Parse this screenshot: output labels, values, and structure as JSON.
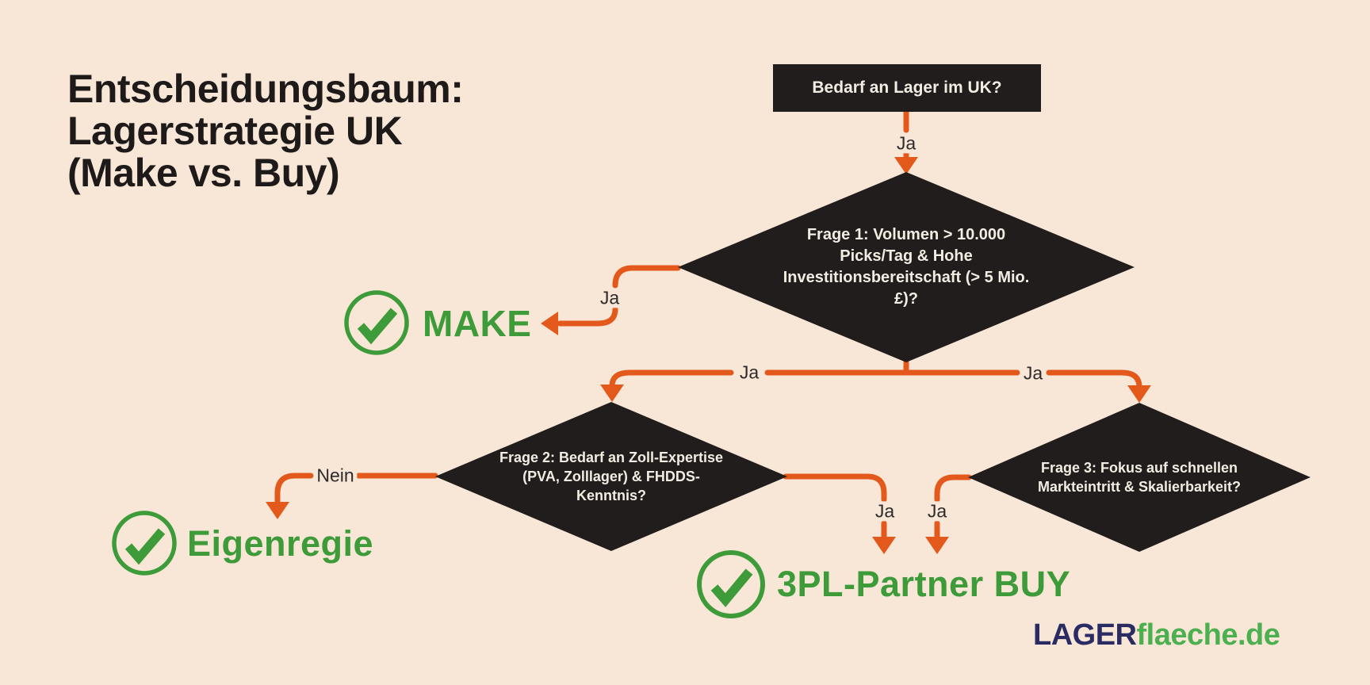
{
  "title": "Entscheidungsbaum:\nLagerstrategie UK\n(Make vs. Buy)",
  "start": {
    "label": "Bedarf an Lager im UK?"
  },
  "questions": {
    "q1": "Frage 1: Volumen > 10.000 Picks/Tag & Hohe Investitionsbereitschaft (> 5 Mio. £)?",
    "q2": "Frage 2: Bedarf an Zoll-Expertise (PVA, Zolllager) & FHDDS-Kenntnis?",
    "q3": "Frage 3: Fokus auf schnellen Markteintritt & Skalierbarkeit?"
  },
  "edges": {
    "start_ja": "Ja",
    "make_ja": "Ja",
    "q2_branch_ja": "Ja",
    "q3_branch_ja": "Ja",
    "nein": "Nein",
    "q2_buy_ja": "Ja",
    "q3_buy_ja": "Ja"
  },
  "results": {
    "make": "MAKE",
    "eigenregie": "Eigenregie",
    "buy": "3PL-Partner BUY"
  },
  "logo": {
    "part1": "LAGER",
    "part2": "flaeche.de"
  },
  "colors": {
    "background": "#F8E7D7",
    "node_black": "#211D1D",
    "node_text": "#F3ECE2",
    "arrow_orange": "#E3591C",
    "result_green": "#3E9B3A",
    "logo_navy": "#2A2B63",
    "logo_green": "#4CAF50"
  }
}
